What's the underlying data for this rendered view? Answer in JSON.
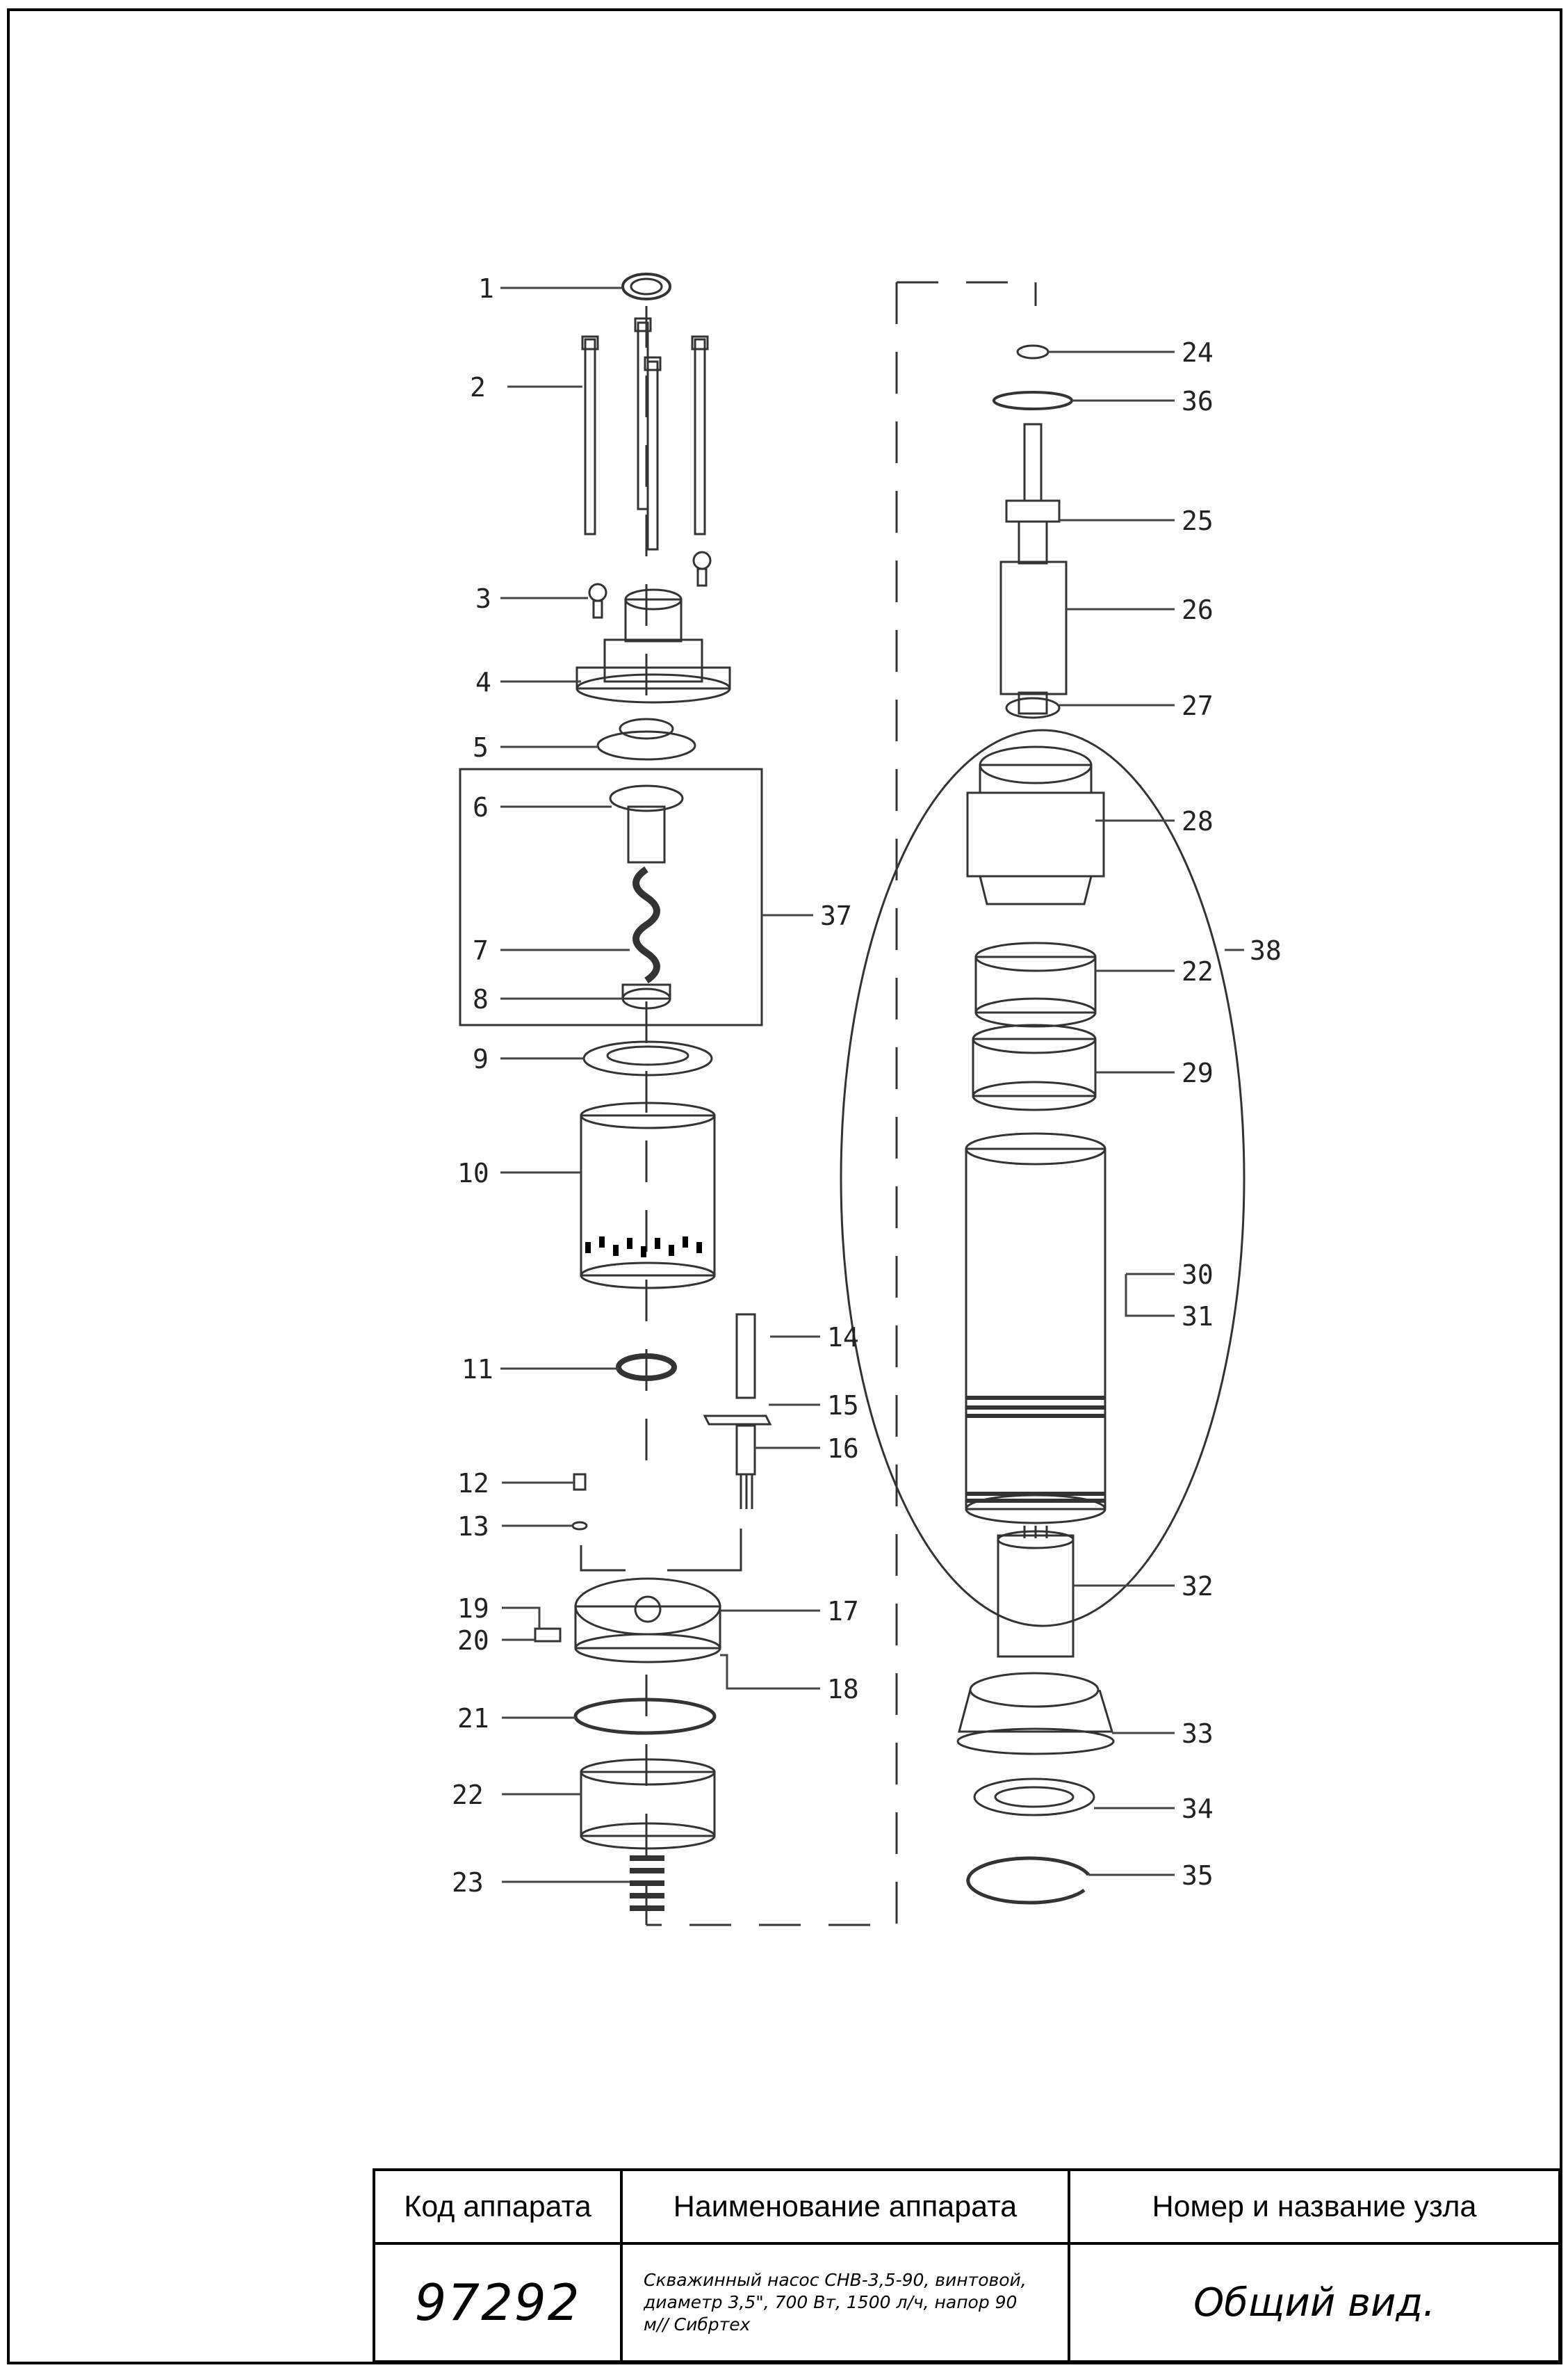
{
  "drawing": {
    "callouts_left": [
      "1",
      "2",
      "3",
      "4",
      "5",
      "6",
      "7",
      "8",
      "9",
      "10",
      "11",
      "12",
      "13",
      "19",
      "20",
      "21",
      "22",
      "23"
    ],
    "callouts_right": [
      "24",
      "36",
      "25",
      "26",
      "27",
      "28",
      "22",
      "29",
      "30",
      "31",
      "32",
      "33",
      "34",
      "35"
    ],
    "callouts_mid": [
      "37",
      "14",
      "15",
      "16",
      "17",
      "18",
      "38"
    ]
  },
  "stamp": {
    "header_code": "Код аппарата",
    "header_name": "Наименование аппарата",
    "header_node": "Номер и название узла",
    "code": "97292",
    "name": "Скважинный насос СНВ-3,5-90, винтовой, диаметр 3,5\", 700 Вт, 1500 л/ч, напор 90 м// Сибртех",
    "node": "Общий вид."
  }
}
